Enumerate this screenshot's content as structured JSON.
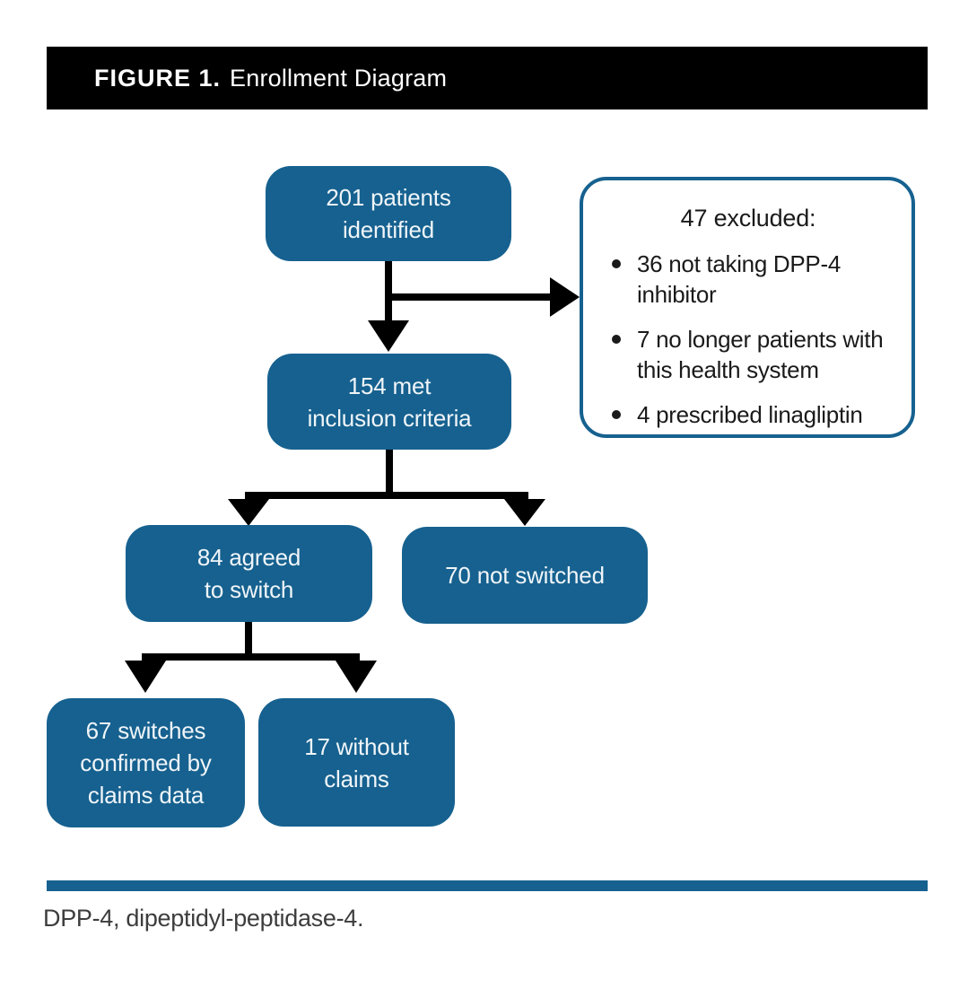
{
  "header": {
    "figure_label": "FIGURE 1.",
    "title": "Enrollment Diagram"
  },
  "diagram": {
    "nodes": [
      {
        "id": "patients-identified",
        "label": "201 patients\nidentified"
      },
      {
        "id": "met-inclusion-criteria",
        "label": "154 met\ninclusion criteria"
      },
      {
        "id": "agreed-to-switch",
        "label": "84 agreed\nto switch"
      },
      {
        "id": "not-switched",
        "label": "70 not switched"
      },
      {
        "id": "switches-confirmed",
        "label": "67 switches\nconfirmed by\nclaims data"
      },
      {
        "id": "without-claims",
        "label": "17 without\nclaims"
      }
    ],
    "exclusion_box": {
      "title": "47 excluded:",
      "items": [
        "36 not taking DPP-4 inhibitor",
        "7 no longer patients with this health system",
        "4 prescribed linagliptin"
      ]
    }
  },
  "footnote": "DPP-4, dipeptidyl-peptidase-4.",
  "colors": {
    "accent_blue": "#16618f",
    "header_bar": "#000000",
    "arrow_black": "#000000",
    "node_text": "#f0f5f9",
    "body_text": "#1a1a1a",
    "footnote_text": "#3d3d3d"
  }
}
